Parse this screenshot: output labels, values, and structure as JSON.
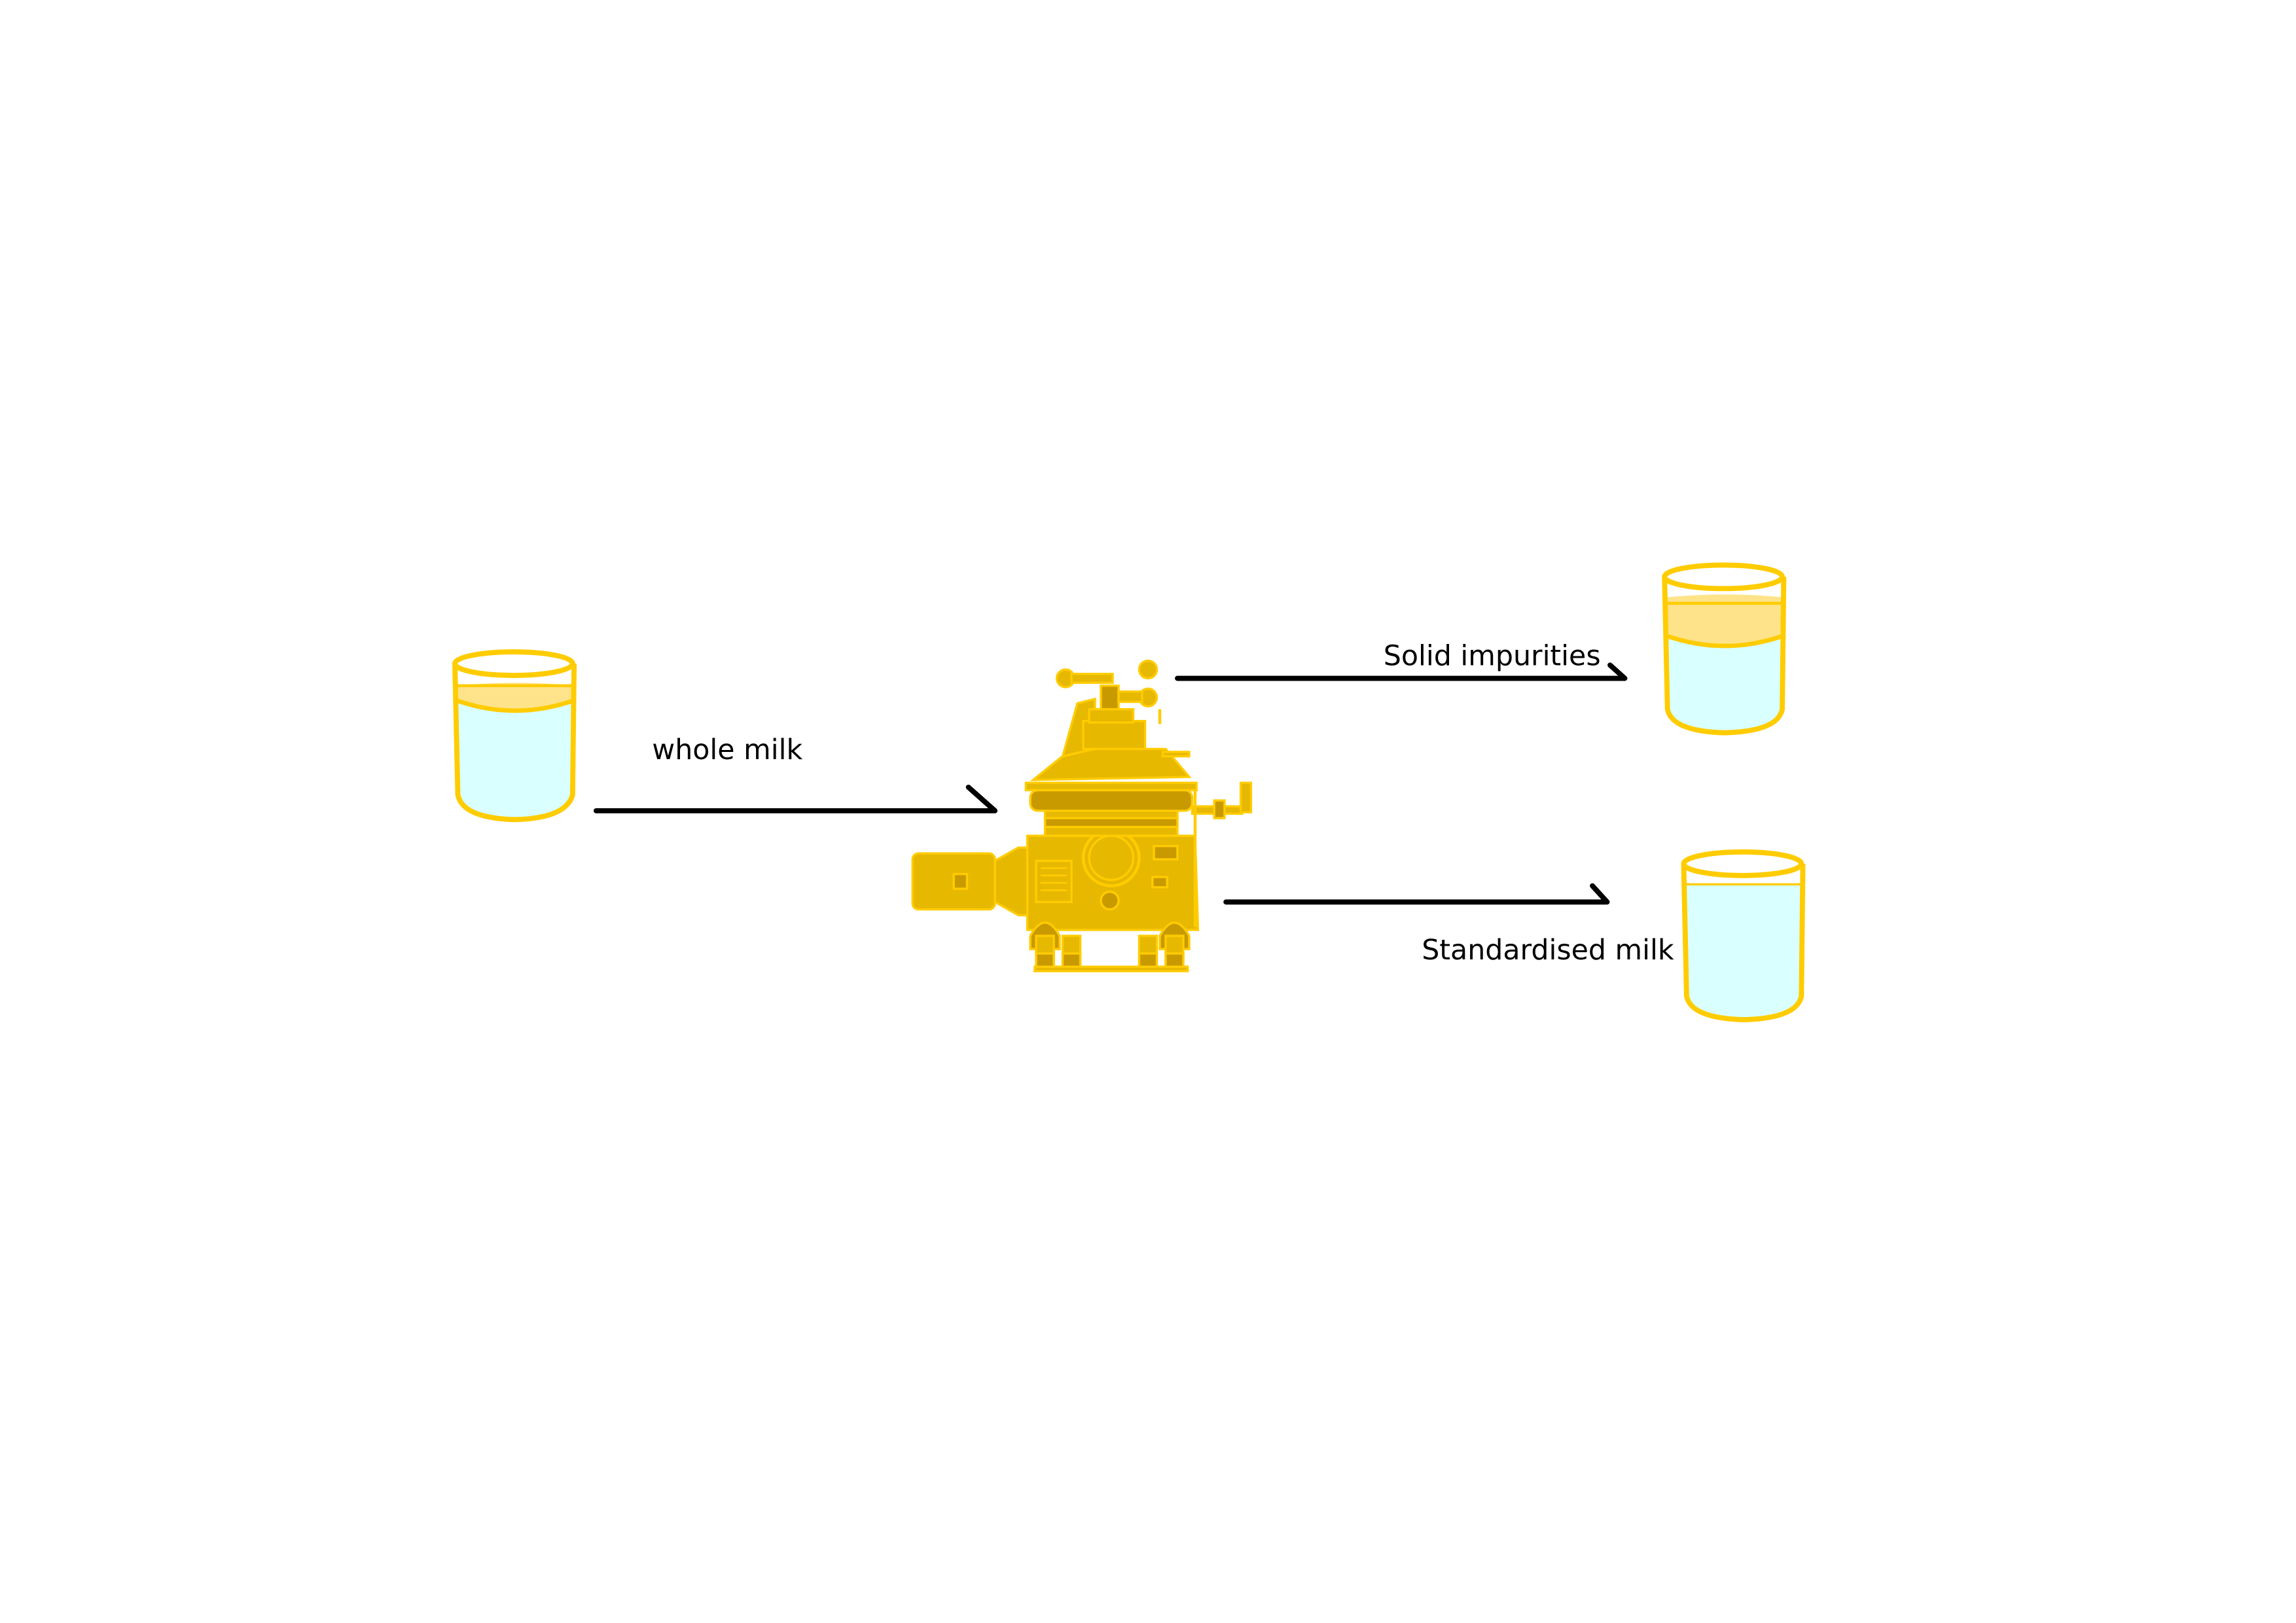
{
  "diagram": {
    "labels": {
      "input": "whole milk",
      "output_top": "Solid impurities",
      "output_bottom": "Standardised milk"
    },
    "icons": {
      "machine": "centrifugal-separator-icon",
      "input_glass": "glass-whole-milk-icon",
      "output_top_glass": "glass-impurities-icon",
      "output_bottom_glass": "glass-standardised-milk-icon"
    },
    "colors": {
      "machine": "#E6B800",
      "machine_dark": "#C99A00",
      "outline": "#FFCC00",
      "milk": "#D9FFFF",
      "cream": "#FFE38A",
      "arrow": "#000000"
    }
  }
}
